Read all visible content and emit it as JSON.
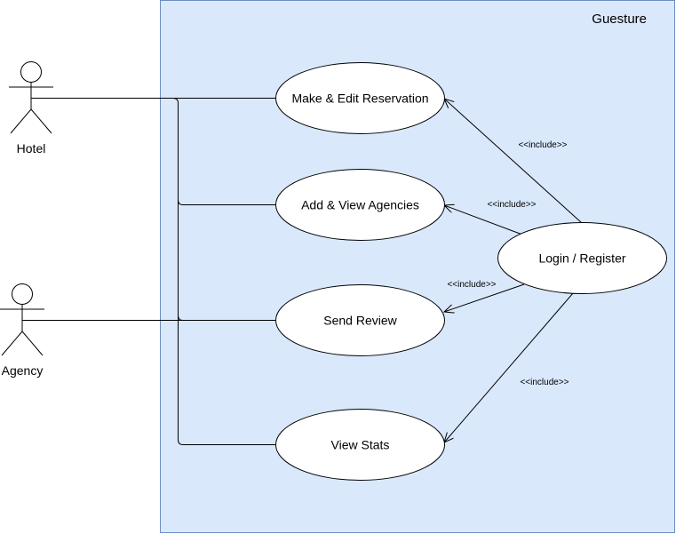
{
  "system": {
    "title": "Guesture",
    "fill": "#dae8fc",
    "stroke": "#6c8ebf"
  },
  "actors": [
    {
      "id": "hotel",
      "label": "Hotel"
    },
    {
      "id": "agency",
      "label": "Agency"
    }
  ],
  "usecases": [
    {
      "id": "make-edit-reservation",
      "label": "Make & Edit Reservation"
    },
    {
      "id": "add-view-agencies",
      "label": "Add & View Agencies"
    },
    {
      "id": "send-review",
      "label": "Send Review"
    },
    {
      "id": "view-stats",
      "label": "View Stats"
    },
    {
      "id": "login-register",
      "label": "Login / Register"
    }
  ],
  "includes": [
    {
      "from": "login-register",
      "to": "make-edit-reservation",
      "label": "<<include>>"
    },
    {
      "from": "login-register",
      "to": "add-view-agencies",
      "label": "<<include>>"
    },
    {
      "from": "login-register",
      "to": "send-review",
      "label": "<<include>>"
    },
    {
      "from": "login-register",
      "to": "view-stats",
      "label": "<<include>>"
    }
  ]
}
